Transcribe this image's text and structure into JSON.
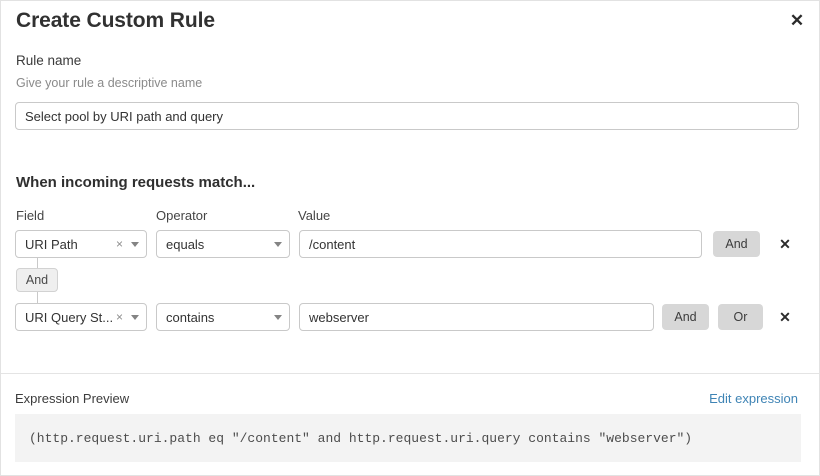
{
  "dialog": {
    "title": "Create Custom Rule",
    "close_icon": "close-icon"
  },
  "rule_name": {
    "label": "Rule name",
    "sublabel": "Give your rule a descriptive name",
    "value": "Select pool by URI path and query",
    "placeholder": "Select pool by URI path and query"
  },
  "conditions": {
    "section_title": "When incoming requests match...",
    "columns": {
      "field": "Field",
      "operator": "Operator",
      "value": "Value"
    },
    "connector": {
      "label": "And"
    },
    "rows": [
      {
        "field": "URI Path",
        "operator": "equals",
        "value": "/content",
        "clear_icon": "×",
        "buttons": [
          "And"
        ],
        "delete_icon": "✕"
      },
      {
        "field": "URI Query St...",
        "operator": "contains",
        "value": "webserver",
        "clear_icon": "×",
        "buttons": [
          "And",
          "Or"
        ],
        "delete_icon": "✕"
      }
    ]
  },
  "expression_preview": {
    "label": "Expression Preview",
    "edit_link": "Edit expression",
    "code": "(http.request.uri.path eq \"/content\" and http.request.uri.query contains \"webserver\")"
  },
  "colors": {
    "link": "#3f84b5",
    "pill_bg": "#d7d7d7",
    "code_bg": "#f3f3f3",
    "border": "#c9c9c9"
  }
}
